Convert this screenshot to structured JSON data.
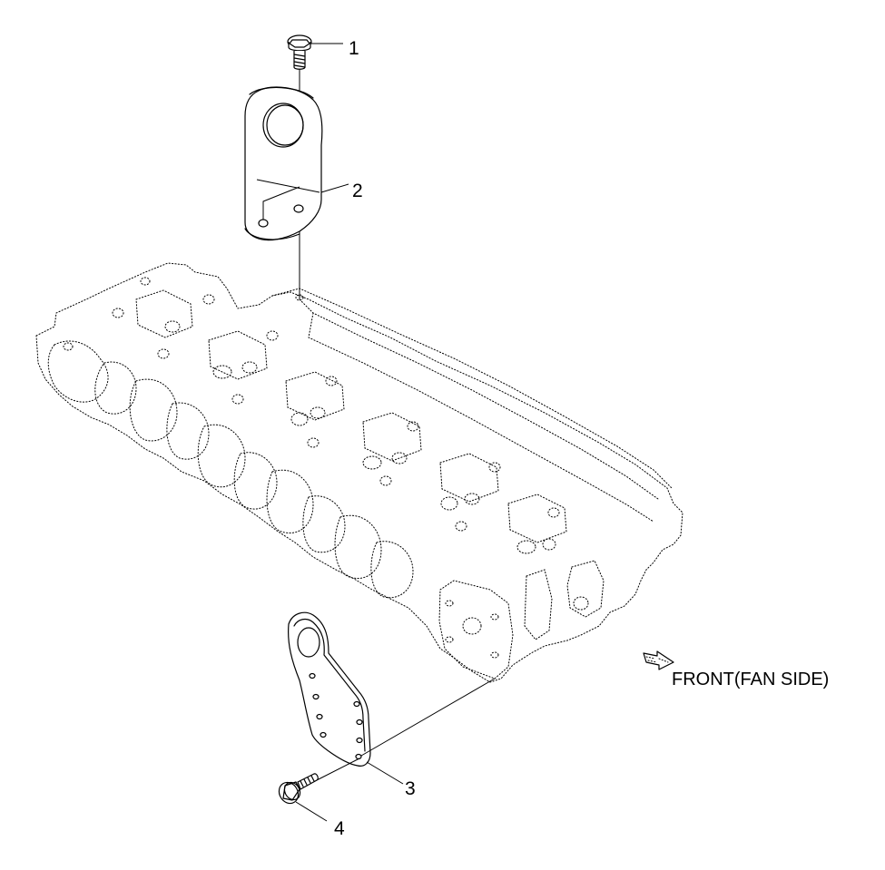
{
  "callouts": [
    {
      "id": "1",
      "label": "1"
    },
    {
      "id": "2",
      "label": "2"
    },
    {
      "id": "3",
      "label": "3"
    },
    {
      "id": "4",
      "label": "4"
    }
  ],
  "front_label": "FRONT(FAN SIDE)",
  "colors": {
    "line": "#000000",
    "background": "#ffffff"
  }
}
